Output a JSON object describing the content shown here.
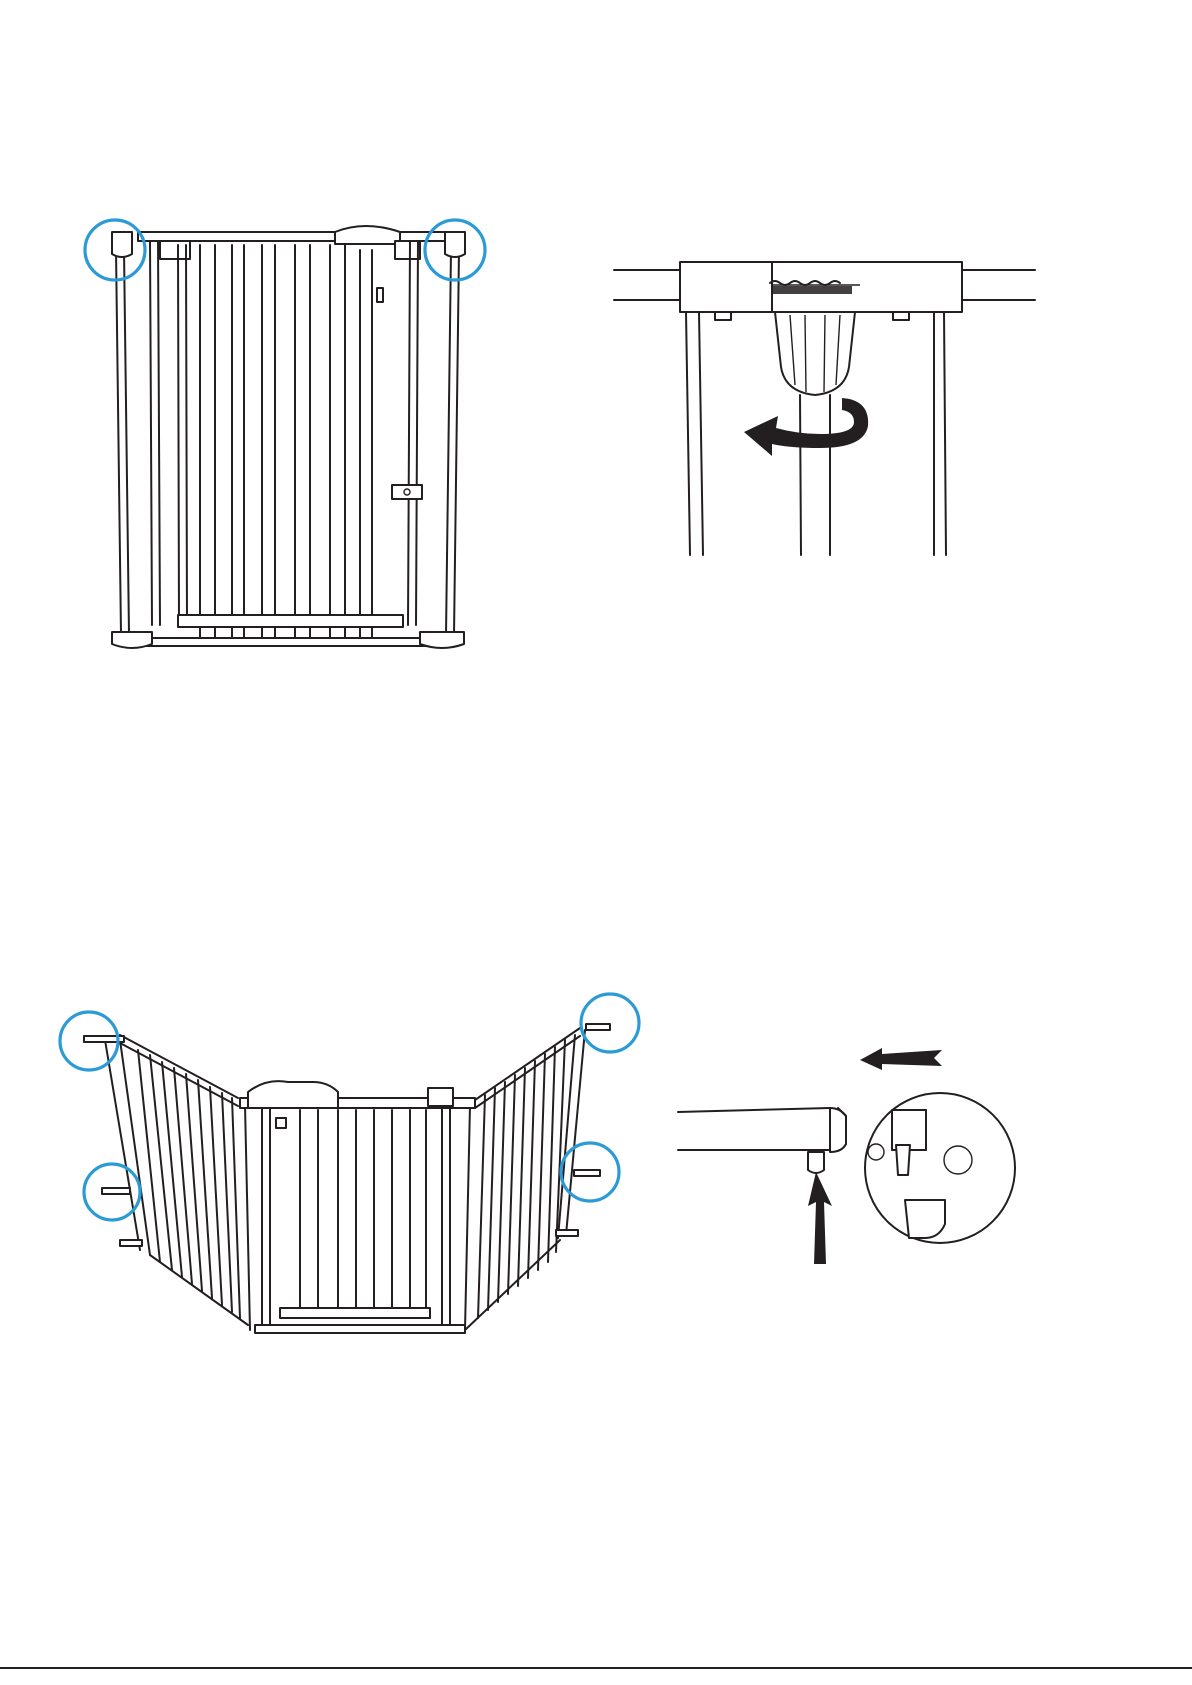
{
  "page": {
    "number": "",
    "background": "#ffffff",
    "line_color": "#231f20",
    "highlight_color": "#2b9ad6"
  },
  "figures": [
    {
      "id": "fig1",
      "name": "gate-front-view",
      "highlight_count": 2
    },
    {
      "id": "fig2",
      "name": "tension-knob-detail",
      "arrow": "rotate-counterclockwise"
    },
    {
      "id": "fig3",
      "name": "three-panel-configuration",
      "highlight_count": 4
    },
    {
      "id": "fig4",
      "name": "pin-into-bracket-detail",
      "arrows": [
        "left",
        "up"
      ]
    }
  ]
}
